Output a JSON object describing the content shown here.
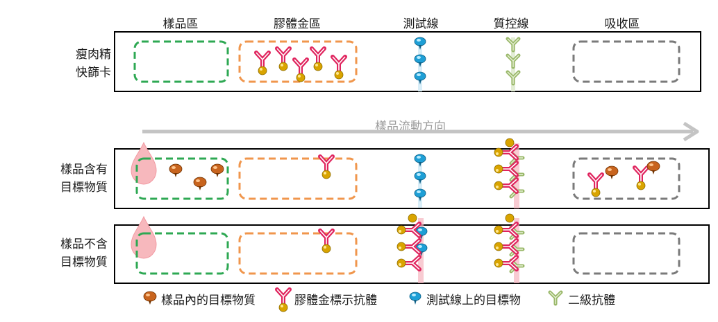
{
  "zones": {
    "sample": "樣品區",
    "conjugate": "膠體金區",
    "test_line": "測試線",
    "control_line": "質控線",
    "absorbent": "吸收區"
  },
  "rows": {
    "card": "瘦肉精\n快篩卡",
    "positive": "樣品含有\n目標物質",
    "negative": "樣品不含\n目標物質"
  },
  "flow": "樣品流動方向",
  "legend": {
    "target": "樣品內的目標物質",
    "gold_antibody": "膠體金標示抗體",
    "test_target": "測試線上的目標物",
    "secondary_antibody": "二級抗體"
  },
  "colors": {
    "sample_zone": "#2ea853",
    "conjugate_zone": "#f0964c",
    "absorbent_zone": "#7a7a7a",
    "antibody": "#e0245e",
    "gold": "#d9a400",
    "target": "#c8641e",
    "test_target": "#1e9fd6",
    "secondary": "#9ab86a",
    "flow_arrow": "#c4c4c4",
    "drop": "#f7b8bd"
  }
}
